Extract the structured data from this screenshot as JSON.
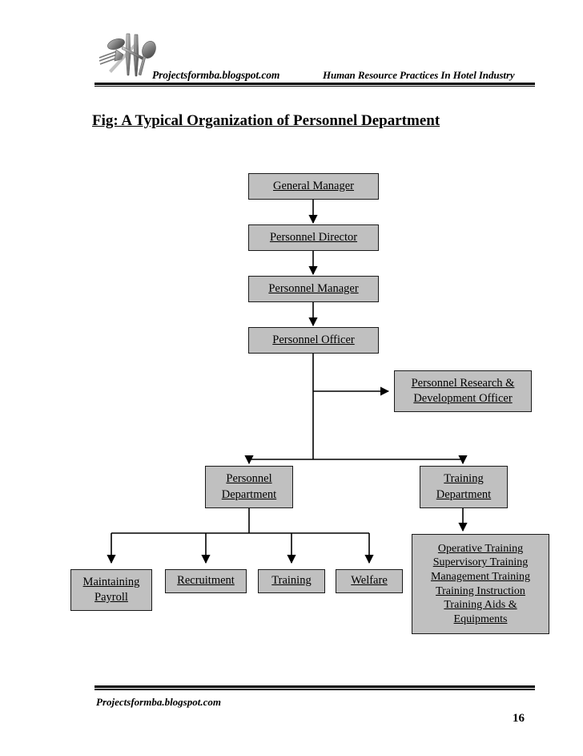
{
  "header": {
    "logo_icon": "cutlery-logo-icon",
    "site": "Projectsformba.blogspot.com",
    "subject": "Human Resource Practices In Hotel Industry"
  },
  "figure": {
    "title": "Fig: A Typical Organization of Personnel Department"
  },
  "chart_data": {
    "type": "diagram",
    "title": "Fig: A Typical Organization of Personnel Department",
    "orientation": "top-down",
    "node_fill": "#c0c0c0",
    "node_border": "#1a1a1a",
    "nodes": [
      {
        "id": "general_manager",
        "lines": [
          "General Manager"
        ]
      },
      {
        "id": "personnel_director",
        "lines": [
          "Personnel Director"
        ]
      },
      {
        "id": "personnel_manager",
        "lines": [
          "Personnel Manager"
        ]
      },
      {
        "id": "personnel_officer",
        "lines": [
          "Personnel Officer"
        ]
      },
      {
        "id": "research_officer",
        "lines": [
          "Personnel Research &",
          "Development Officer"
        ]
      },
      {
        "id": "personnel_dept",
        "lines": [
          "Personnel",
          "Department"
        ]
      },
      {
        "id": "training_dept",
        "lines": [
          "Training",
          "Department"
        ]
      },
      {
        "id": "maintaining_payroll",
        "lines": [
          "Maintaining",
          "Payroll"
        ]
      },
      {
        "id": "recruitment",
        "lines": [
          "Recruitment"
        ]
      },
      {
        "id": "training",
        "lines": [
          "Training"
        ]
      },
      {
        "id": "welfare",
        "lines": [
          "Welfare"
        ]
      },
      {
        "id": "training_details",
        "lines": [
          "Operative Training",
          "Supervisory Training",
          "Management Training",
          "Training Instruction",
          "Training Aids &",
          "Equipments"
        ]
      }
    ],
    "edges": [
      {
        "from": "general_manager",
        "to": "personnel_director",
        "style": "arrow-down"
      },
      {
        "from": "personnel_director",
        "to": "personnel_manager",
        "style": "arrow-down"
      },
      {
        "from": "personnel_manager",
        "to": "personnel_officer",
        "style": "arrow-down"
      },
      {
        "from": "personnel_officer",
        "to": "research_officer",
        "style": "arrow-right"
      },
      {
        "from": "personnel_officer",
        "to": "personnel_dept",
        "style": "elbow-arrow-down"
      },
      {
        "from": "personnel_officer",
        "to": "training_dept",
        "style": "elbow-arrow-down"
      },
      {
        "from": "personnel_dept",
        "to": "maintaining_payroll",
        "style": "elbow-arrow-down"
      },
      {
        "from": "personnel_dept",
        "to": "recruitment",
        "style": "elbow-arrow-down"
      },
      {
        "from": "personnel_dept",
        "to": "training",
        "style": "elbow-arrow-down"
      },
      {
        "from": "personnel_dept",
        "to": "welfare",
        "style": "elbow-arrow-down"
      },
      {
        "from": "training_dept",
        "to": "training_details",
        "style": "arrow-down"
      }
    ]
  },
  "footer": {
    "site": "Projectsformba.blogspot.com",
    "page_number": "16"
  }
}
